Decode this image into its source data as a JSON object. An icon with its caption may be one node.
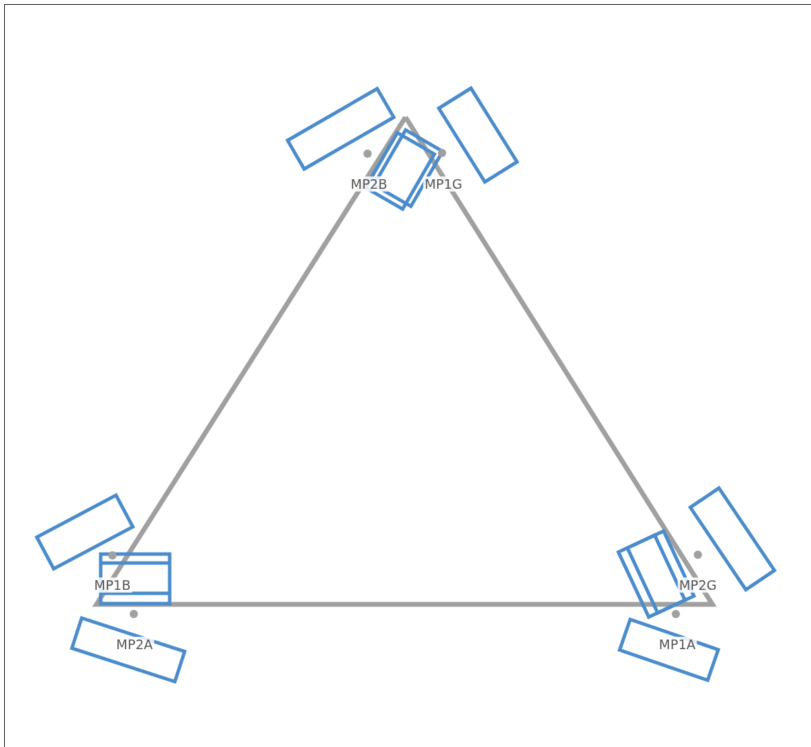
{
  "diagram": {
    "labels": [
      "MP2B",
      "MP1G",
      "MP1B",
      "MP2G",
      "MP2A",
      "MP1A"
    ]
  }
}
